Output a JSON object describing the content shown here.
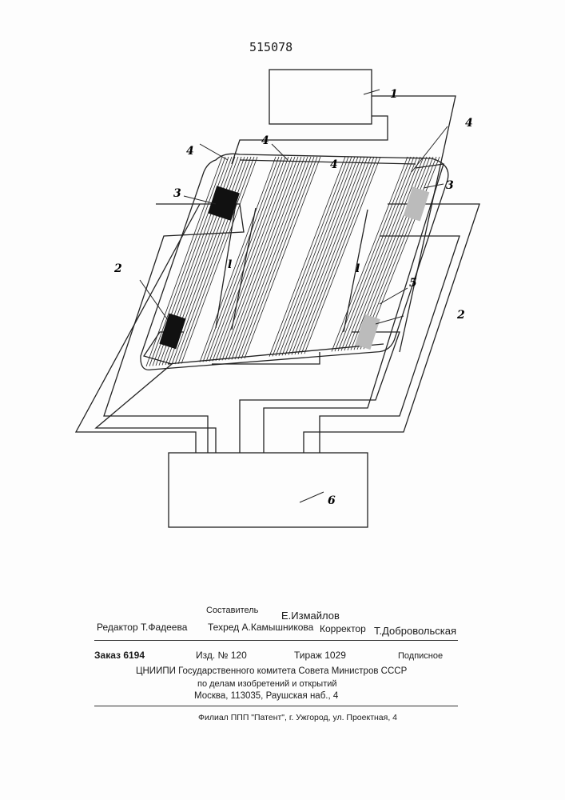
{
  "patent_number": "515078",
  "figure_labels": {
    "one": "1",
    "two": "2",
    "three": "3",
    "four": "4",
    "five": "5",
    "six": "6",
    "length": "l"
  },
  "imprint": {
    "compiler_label": "Составитель",
    "compiler": "Е.Измайлов",
    "editor": "Редактор Т.Фадеева",
    "techred": "Техред А.Камышникова",
    "corrector_label": "Корректор",
    "corrector": "Т.Добровольская",
    "order": "Заказ 6194",
    "edition": "Изд. № 120",
    "print_run": "Тираж 1029",
    "subscription": "Подписное",
    "org_line1": "ЦНИИПИ Государственного комитета Совета Министров СССР",
    "org_line2": "по делам изобретений и открытий",
    "org_line3": "Москва, 113035, Раушская наб., 4",
    "branch": "Филиал ППП \"Патент\", г. Ужгород, ул. Проектная, 4"
  }
}
